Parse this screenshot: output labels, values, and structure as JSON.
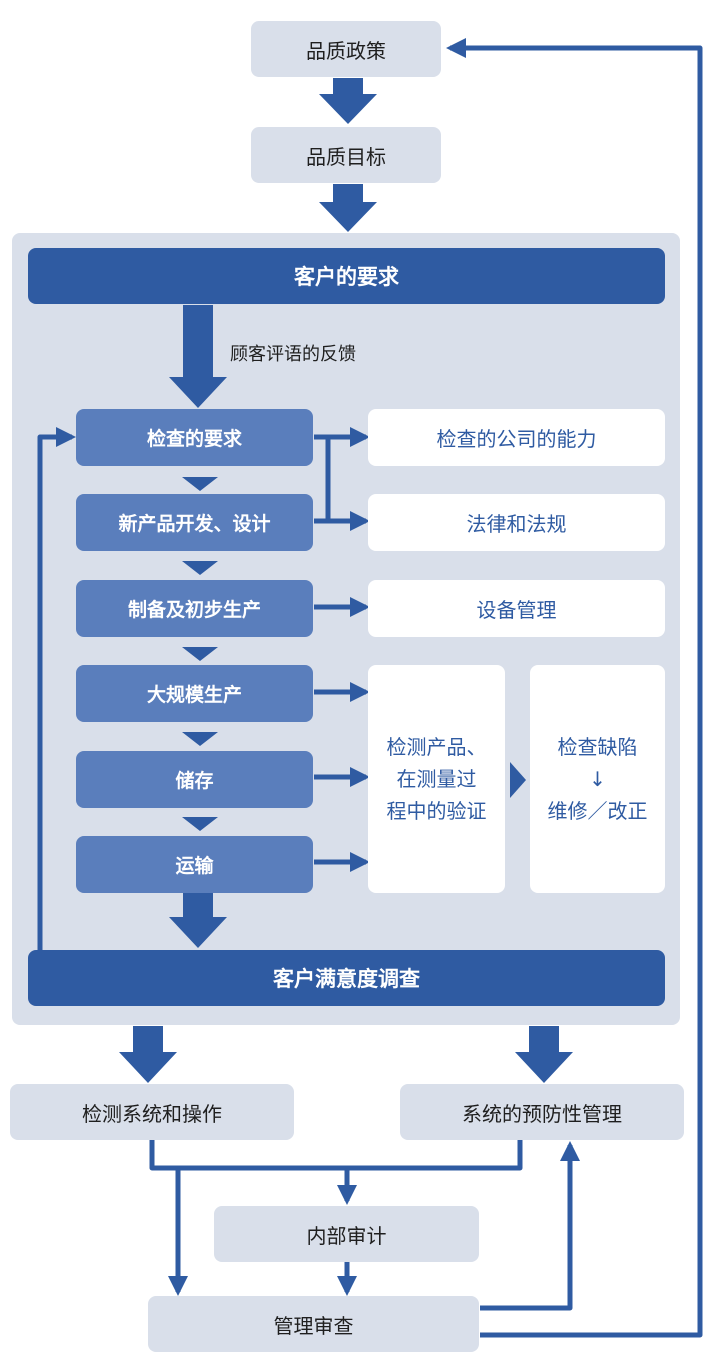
{
  "top": {
    "policy": "品质政策",
    "objective": "品质目标"
  },
  "main": {
    "customer_requirements": "客户的要求",
    "feedback_label": "顾客评语的反馈",
    "steps": [
      "检查的要求",
      "新产品开发、设计",
      "制备及初步生产",
      "大规模生产",
      "储存",
      "运输"
    ],
    "right_boxes": [
      "检查的公司的能力",
      "法律和法规",
      "设备管理"
    ],
    "verification": "检测产品、\n在测量过\n程中的验证",
    "defect": "检查缺陷\n↓\n维修／改正",
    "satisfaction": "客户满意度调查"
  },
  "bottom": {
    "inspection_system": "检测系统和操作",
    "preventive": "系统的预防性管理",
    "internal_audit": "内部审计",
    "management_review": "管理审查"
  },
  "colors": {
    "dark_blue": "#2f5ba2",
    "mid_blue": "#5a7ebc",
    "light_gray_blue": "#d9dfea",
    "arrow": "#2f5ba2"
  }
}
